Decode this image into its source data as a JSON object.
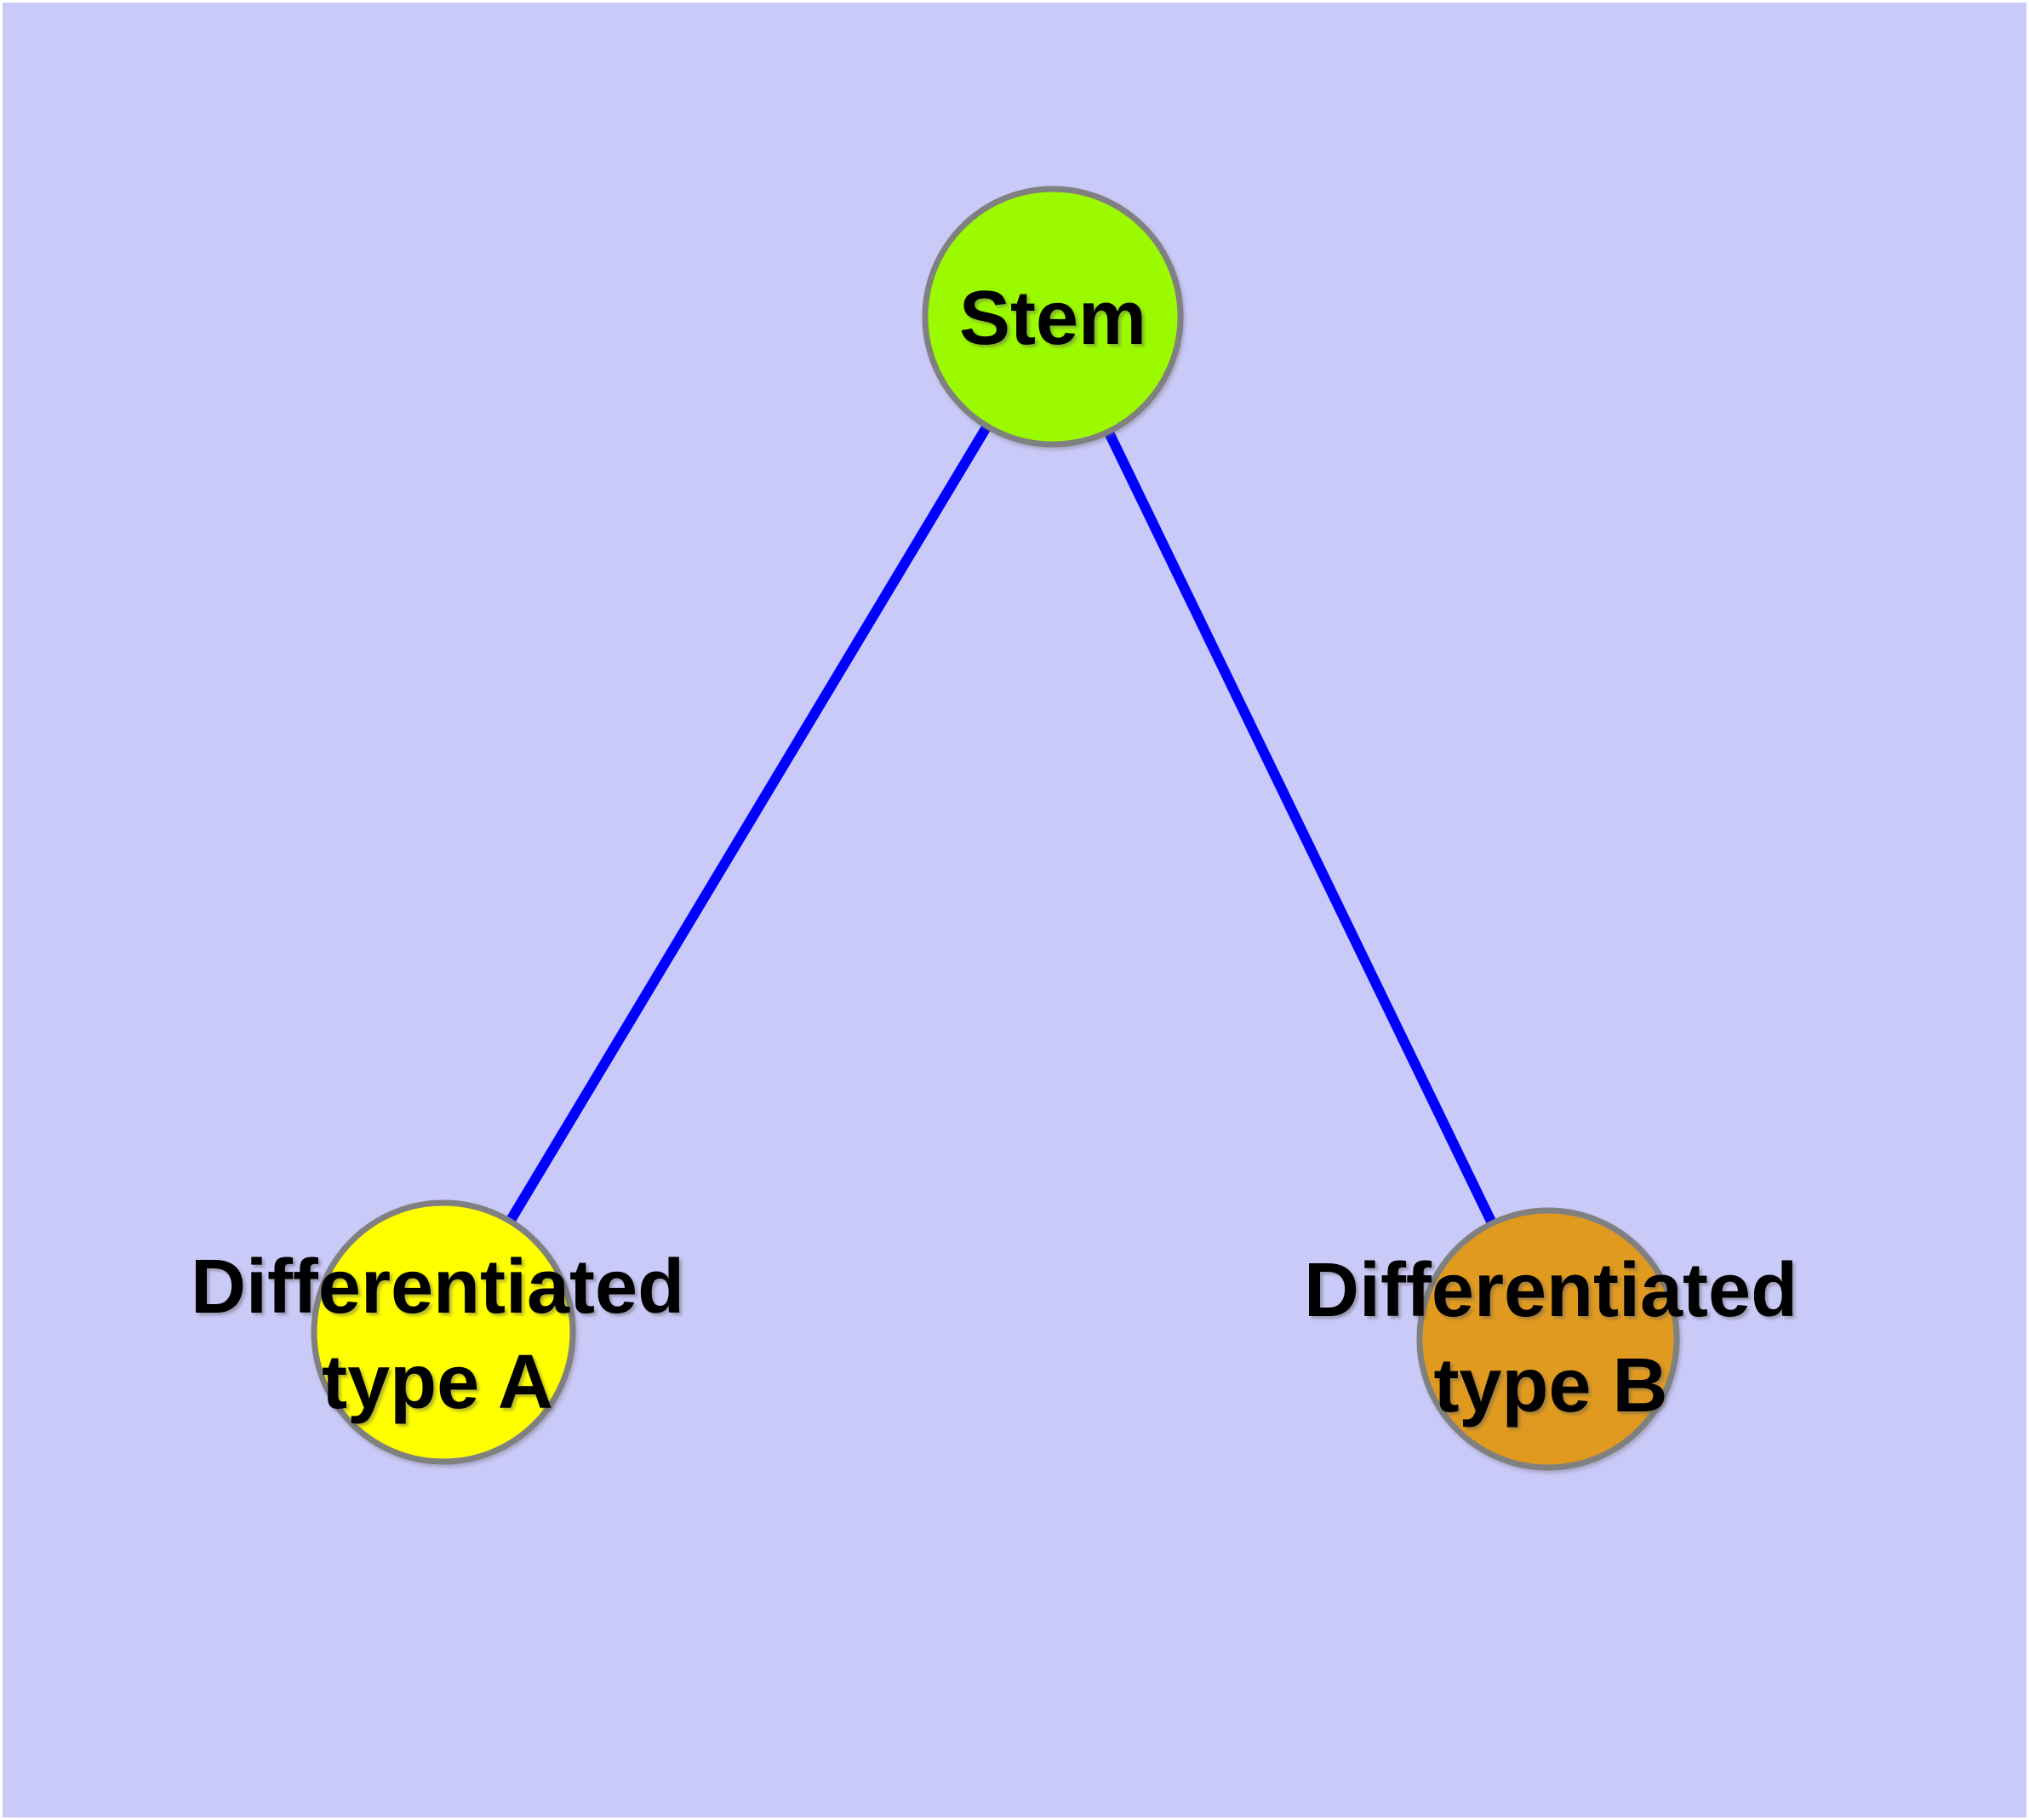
{
  "figure": {
    "background_color": "#CACAF8",
    "margin_color": "#FFFFFF",
    "edge_color": "#0000FF",
    "node_border_color": "#808080",
    "text_color": "#000000",
    "nodes": [
      {
        "id": "stem",
        "label": "Stem",
        "fill": "#9BFA00"
      },
      {
        "id": "differentiated-a",
        "label_line1": "Differentiated",
        "label_line2": "type A",
        "fill": "#FFFF00"
      },
      {
        "id": "differentiated-b",
        "label_line1": "Differentiated",
        "label_line2": "type B",
        "fill": "#E09A20"
      }
    ],
    "edges": [
      {
        "from": "Stem",
        "to": "Differentiated type A"
      },
      {
        "from": "Stem",
        "to": "Differentiated type B"
      }
    ]
  }
}
